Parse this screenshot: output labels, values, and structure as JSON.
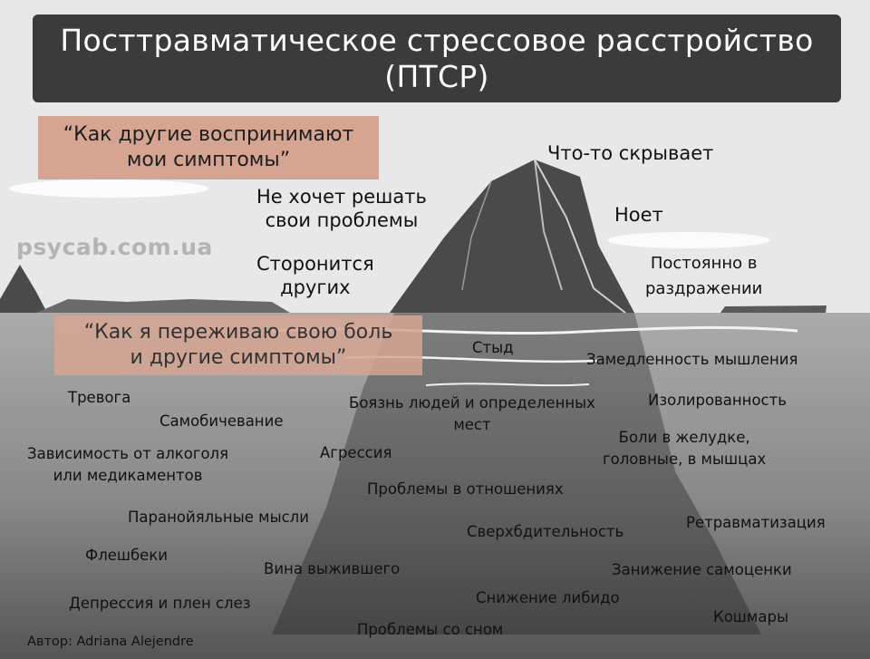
{
  "title": {
    "line1": "Посттравматическое стрессовое расстройство",
    "line2": "(ПТСР)"
  },
  "others_view": {
    "heading": {
      "line1": "“Как другие воспринимают",
      "line2": "мои симптомы”"
    },
    "items": [
      {
        "line1": "Что-то скрывает"
      },
      {
        "line1": "Не хочет решать",
        "line2": "свои проблемы"
      },
      {
        "line1": "Ноет"
      },
      {
        "line1": "Сторонится",
        "line2": "других"
      },
      {
        "line1": "Постоянно в",
        "line2": "раздражении"
      }
    ]
  },
  "self_view": {
    "heading": {
      "line1": "“Как я переживаю свою боль",
      "line2": "и другие симптомы”"
    },
    "items": [
      {
        "line1": "Стыд"
      },
      {
        "line1": "Замедленность мышления"
      },
      {
        "line1": "Тревога"
      },
      {
        "line1": "Боязнь людей и определенных",
        "line2": "мест"
      },
      {
        "line1": "Изолированность"
      },
      {
        "line1": "Самобичевание"
      },
      {
        "line1": "Боли в желудке,",
        "line2": "головные, в мышцах"
      },
      {
        "line1": "Зависимость от алкоголя",
        "line2": "или медикаментов"
      },
      {
        "line1": "Агрессия"
      },
      {
        "line1": "Проблемы в отношениях"
      },
      {
        "line1": "Паранойяльные мысли"
      },
      {
        "line1": "Сверхбдительность"
      },
      {
        "line1": "Ретравматизация"
      },
      {
        "line1": "Флешбеки"
      },
      {
        "line1": "Вина выжившего"
      },
      {
        "line1": "Занижение самоценки"
      },
      {
        "line1": "Снижение либидо"
      },
      {
        "line1": "Депрессия и плен слез"
      },
      {
        "line1": "Кошмары"
      },
      {
        "line1": "Проблемы со сном"
      }
    ]
  },
  "watermark": "psycab.com.ua",
  "author": "Автор: Adriana Alejendre",
  "colors": {
    "title_bg": "#3b3b3b",
    "highlight": "#d6a592",
    "sky": "#e8e8e8",
    "water_top": "#a9a9a9",
    "water_bottom": "#555555",
    "mountain": "#4a4a4a"
  }
}
